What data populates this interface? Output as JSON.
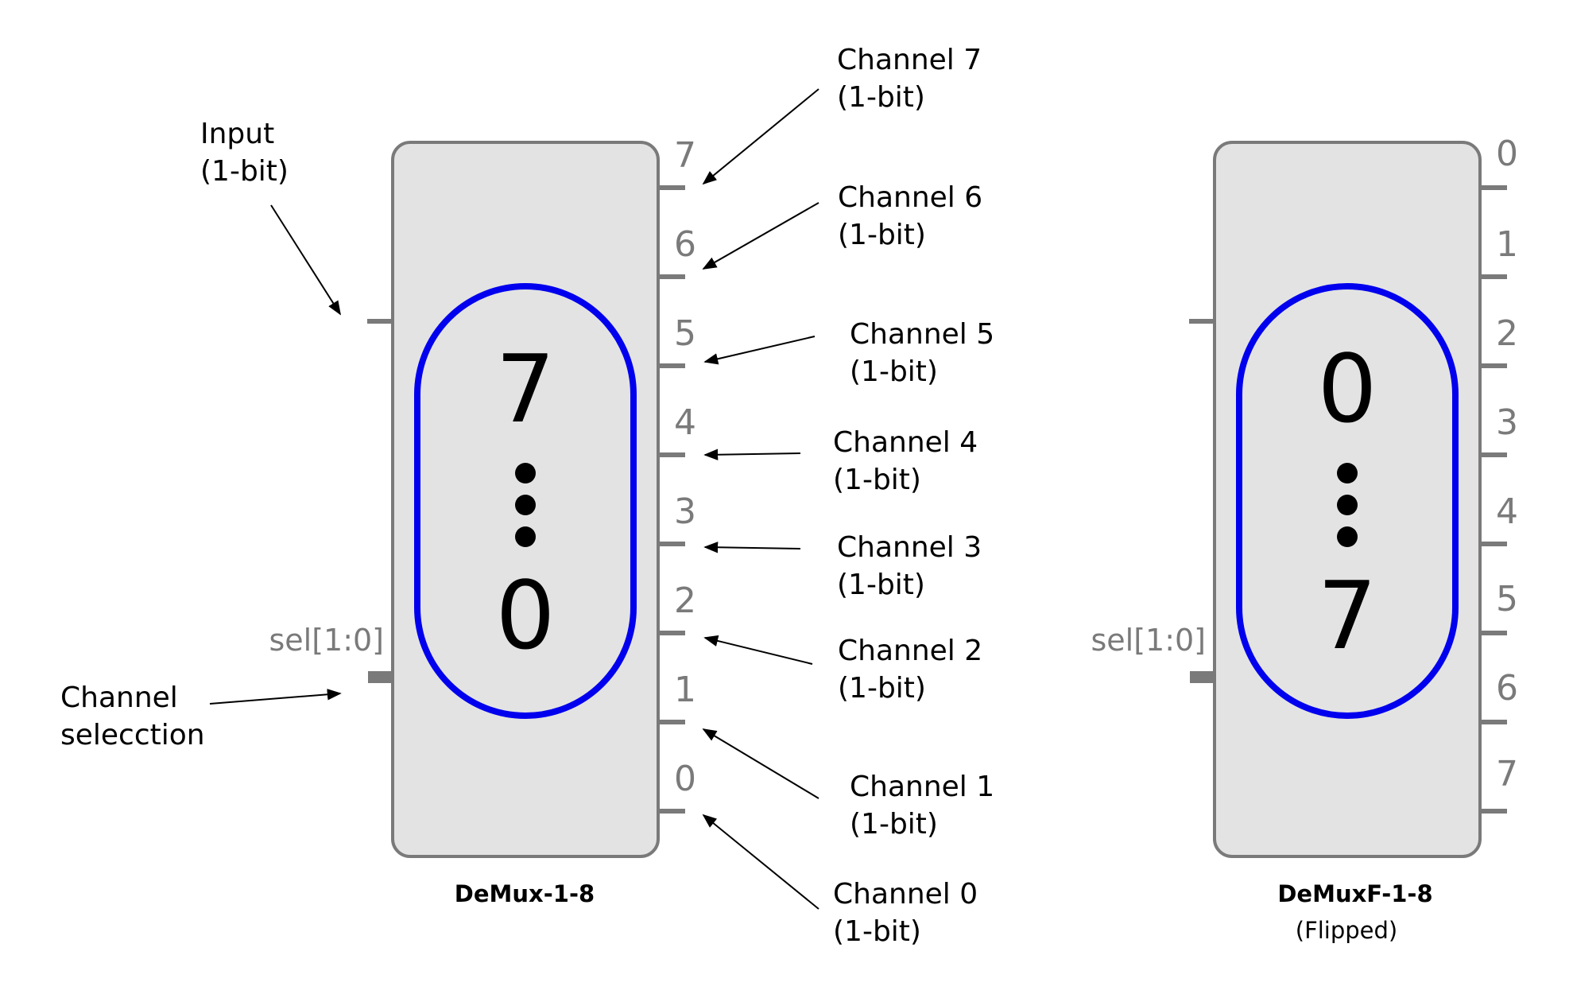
{
  "left_block": {
    "title": "DeMux-1-8",
    "top_digit": "7",
    "bottom_digit": "0",
    "sel_label": "sel[1:0]",
    "pin_numbers": [
      "7",
      "6",
      "5",
      "4",
      "3",
      "2",
      "1",
      "0"
    ]
  },
  "right_block": {
    "title": "DeMuxF-1-8",
    "subtitle": "(Flipped)",
    "top_digit": "0",
    "bottom_digit": "7",
    "sel_label": "sel[1:0]",
    "pin_numbers": [
      "0",
      "1",
      "2",
      "3",
      "4",
      "5",
      "6",
      "7"
    ]
  },
  "annotations": {
    "input": [
      "Input",
      "(1-bit)"
    ],
    "selection": [
      "Channel",
      "selecction"
    ],
    "channels": [
      [
        "Channel 7",
        "(1-bit)"
      ],
      [
        "Channel 6",
        "(1-bit)"
      ],
      [
        "Channel 5",
        "(1-bit)"
      ],
      [
        "Channel 4",
        "(1-bit)"
      ],
      [
        "Channel 3",
        "(1-bit)"
      ],
      [
        "Channel 2",
        "(1-bit)"
      ],
      [
        "Channel 1",
        "(1-bit)"
      ],
      [
        "Channel 0",
        "(1-bit)"
      ]
    ]
  },
  "colors": {
    "block_fill": "#e3e3e3",
    "block_stroke": "#7a7a7a",
    "pin_gray": "#7a7a7a",
    "pill_blue": "#0000ee",
    "text_black": "#000000"
  }
}
